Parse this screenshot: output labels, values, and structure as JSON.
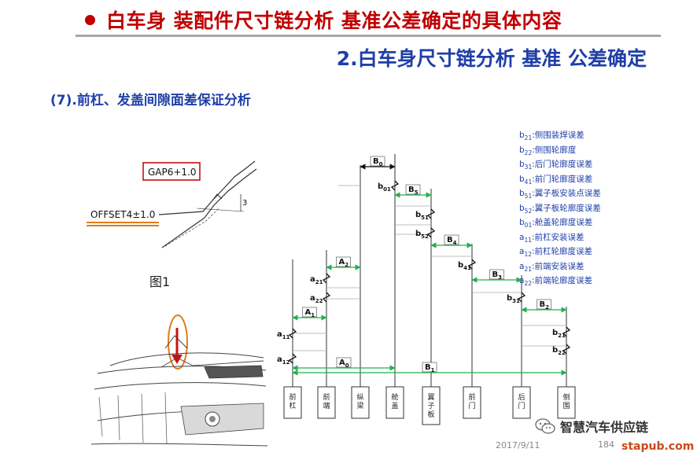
{
  "header": {
    "title": "白车身 装配件尺寸链分析 基准公差确定的具体内容",
    "subtitle": "2.白车身尺寸链分析 基准 公差确定"
  },
  "section_title": "(7).前杠、发盖间隙面差保证分析",
  "figure1": {
    "gap_label": "GAP6+1.0",
    "offset_label": "OFFSET4±1.0",
    "dimension_label": "3",
    "caption": "图1"
  },
  "legend": [
    {
      "sym": "b",
      "sub": "21",
      "text": ":侧围装焊误差"
    },
    {
      "sym": "b",
      "sub": "22",
      "text": ":侧围轮廓度"
    },
    {
      "sym": "b",
      "sub": "31",
      "text": ":后门轮廓度误差"
    },
    {
      "sym": "b",
      "sub": "41",
      "text": ":前门轮廓度误差"
    },
    {
      "sym": "b",
      "sub": "51",
      "text": ":翼子板安装点误差"
    },
    {
      "sym": "b",
      "sub": "52",
      "text": ":翼子板轮廓度误差"
    },
    {
      "sym": "b",
      "sub": "01",
      "text": ":舱盖轮廓度误差"
    },
    {
      "sym": "a",
      "sub": "11",
      "text": ":前杠安装误差"
    },
    {
      "sym": "a",
      "sub": "12",
      "text": ":前杠轮廓度误差"
    },
    {
      "sym": "a",
      "sub": "21",
      "text": ":前端安装误差"
    },
    {
      "sym": "a",
      "sub": "22",
      "text": ":前端轮廓度误差"
    }
  ],
  "chain": {
    "parts": [
      "前杠",
      "前端",
      "纵梁",
      "舱盖",
      "翼子板",
      "前门",
      "后门",
      "侧围"
    ],
    "dims": {
      "B0": {
        "sym": "B",
        "sub": "0"
      },
      "B5": {
        "sym": "B",
        "sub": "5"
      },
      "B4": {
        "sym": "B",
        "sub": "4"
      },
      "B3": {
        "sym": "B",
        "sub": "3"
      },
      "B2": {
        "sym": "B",
        "sub": "2"
      },
      "B1": {
        "sym": "B",
        "sub": "1"
      },
      "A2": {
        "sym": "A",
        "sub": "2"
      },
      "A1": {
        "sym": "A",
        "sub": "1"
      },
      "A0": {
        "sym": "A",
        "sub": "0"
      }
    },
    "errors": {
      "b01": {
        "sym": "b",
        "sub": "01"
      },
      "b51": {
        "sym": "b",
        "sub": "51"
      },
      "b52": {
        "sym": "b",
        "sub": "52"
      },
      "b41": {
        "sym": "b",
        "sub": "41"
      },
      "b31": {
        "sym": "b",
        "sub": "31"
      },
      "b21": {
        "sym": "b",
        "sub": "21"
      },
      "b22": {
        "sym": "b",
        "sub": "22"
      },
      "a21": {
        "sym": "a",
        "sub": "21"
      },
      "a22": {
        "sym": "a",
        "sub": "22"
      },
      "a11": {
        "sym": "a",
        "sub": "11"
      },
      "a12": {
        "sym": "a",
        "sub": "12"
      }
    }
  },
  "footer": {
    "date": "2017/9/11",
    "page": "184",
    "wechat_name": "智慧汽车供应链",
    "watermark": "stapub.com"
  },
  "colors": {
    "title": "#c00000",
    "subtitle": "#1f3fa8",
    "legend": "#1f3fa8",
    "dimension_arrow": "#22b14c",
    "marker": "#e07b1a",
    "arrow_red": "#d01010"
  }
}
